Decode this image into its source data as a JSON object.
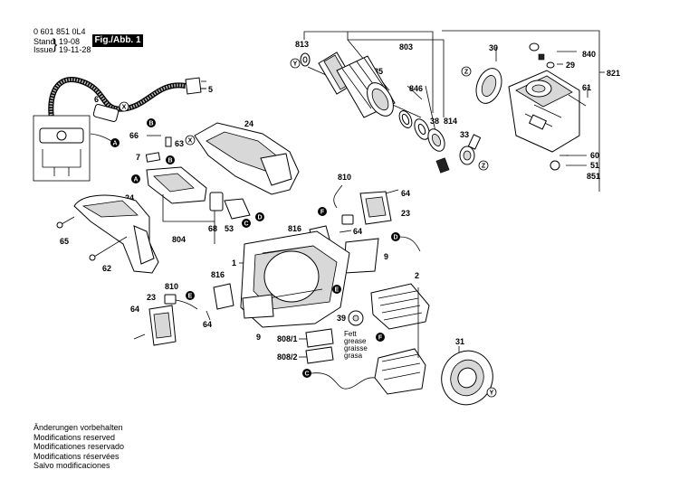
{
  "header": {
    "part_number": "0 601 851 0L4",
    "stand_label": "Stand",
    "issue_label": "Issue",
    "stand_date": "19-08",
    "issue_date": "19-11-28",
    "figure_label": "Fig./Abb. 1"
  },
  "notes": [
    "Änderungen vorbehalten",
    "Modifications reserved",
    "Modificationes reservado",
    "Modifications réservées",
    "Salvo modificaciones"
  ],
  "grease_label": [
    "Fett",
    "grease",
    "graisse",
    "grasa"
  ],
  "callouts": {
    "p813": "813",
    "p803": "803",
    "p835": "835",
    "p846": "846",
    "p38": "38",
    "p814": "814",
    "p33": "33",
    "p30": "30",
    "p840": "840",
    "p29": "29",
    "p821": "821",
    "p61": "61",
    "p60": "60",
    "p51": "51",
    "p851": "851",
    "p5": "5",
    "p6": "6",
    "p66": "66",
    "p63": "63",
    "p7": "7",
    "p24a": "24",
    "p24b": "24",
    "p65": "65",
    "p62": "62",
    "p804": "804",
    "p68": "68",
    "p53": "53",
    "p810a": "810",
    "p64a": "64",
    "p23a": "23",
    "p816a": "816",
    "p64b": "64",
    "p9a": "9",
    "p1": "1",
    "p2": "2",
    "p816b": "816",
    "p810b": "810",
    "p23b": "23",
    "p64c": "64",
    "p64d": "64",
    "p9b": "9",
    "p8081": "808/1",
    "p8082": "808/2",
    "p39": "39",
    "p31": "31"
  },
  "markers": {
    "A": "A",
    "B": "B",
    "C": "C",
    "D": "D",
    "E": "E",
    "F": "F",
    "X": "X",
    "Y": "Y",
    "Z": "Z"
  }
}
